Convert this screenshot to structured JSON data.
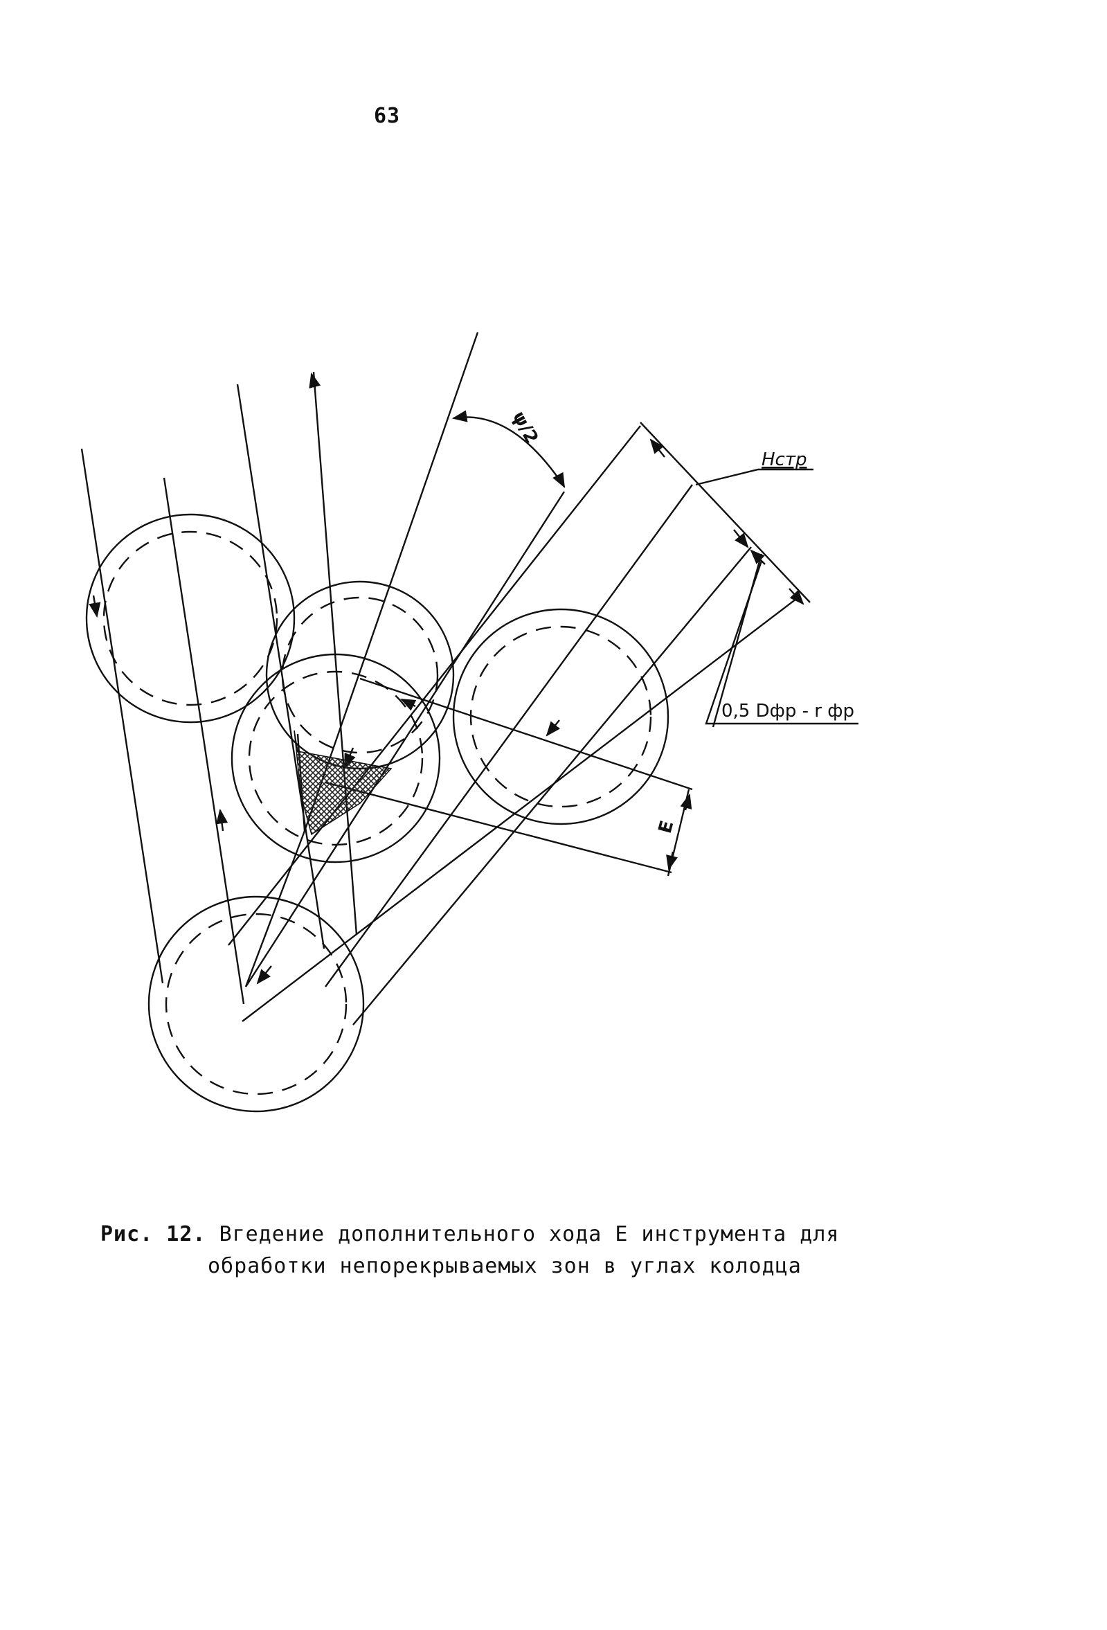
{
  "page": {
    "number": "63"
  },
  "diagram": {
    "labels": {
      "h_str": "Нстр",
      "half_angle": "ψ/2",
      "offset": "0,5 Dфр - r фр",
      "extra_stroke": "E"
    },
    "ink_color": "#111111",
    "hatch_color": "#222222"
  },
  "caption": {
    "label": "Рис. 12.",
    "line1": "Вгедение дополнительного хода Е инструмента для",
    "line2": "обработки непорекрываемых зон в углах колодца"
  }
}
